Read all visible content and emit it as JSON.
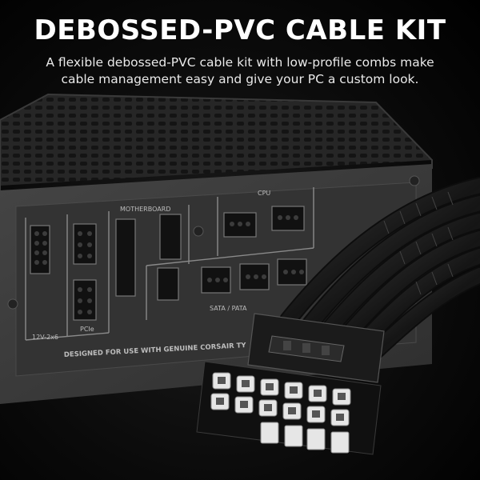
{
  "headline": "DEBOSSED-PVC CABLE KIT",
  "subheadline": "A flexible debossed-PVC cable kit with low-profile combs make cable management easy and give your PC a custom look.",
  "panel_labels": {
    "cpu": "CPU",
    "motherboard": "MOTHERBOARD",
    "sata_pata": "SATA / PATA",
    "pcie": "PCIe",
    "v12": "12V-2x6"
  },
  "footer_note": "DESIGNED FOR USE WITH GENUINE CORSAIR TY",
  "colors": {
    "background": "#000000",
    "psu_body": "#2a2a2a",
    "panel": "#3a3a3a",
    "label_line": "#8a8a8a",
    "cable": "#1e1e1e",
    "pin": "#e6e6e6"
  }
}
